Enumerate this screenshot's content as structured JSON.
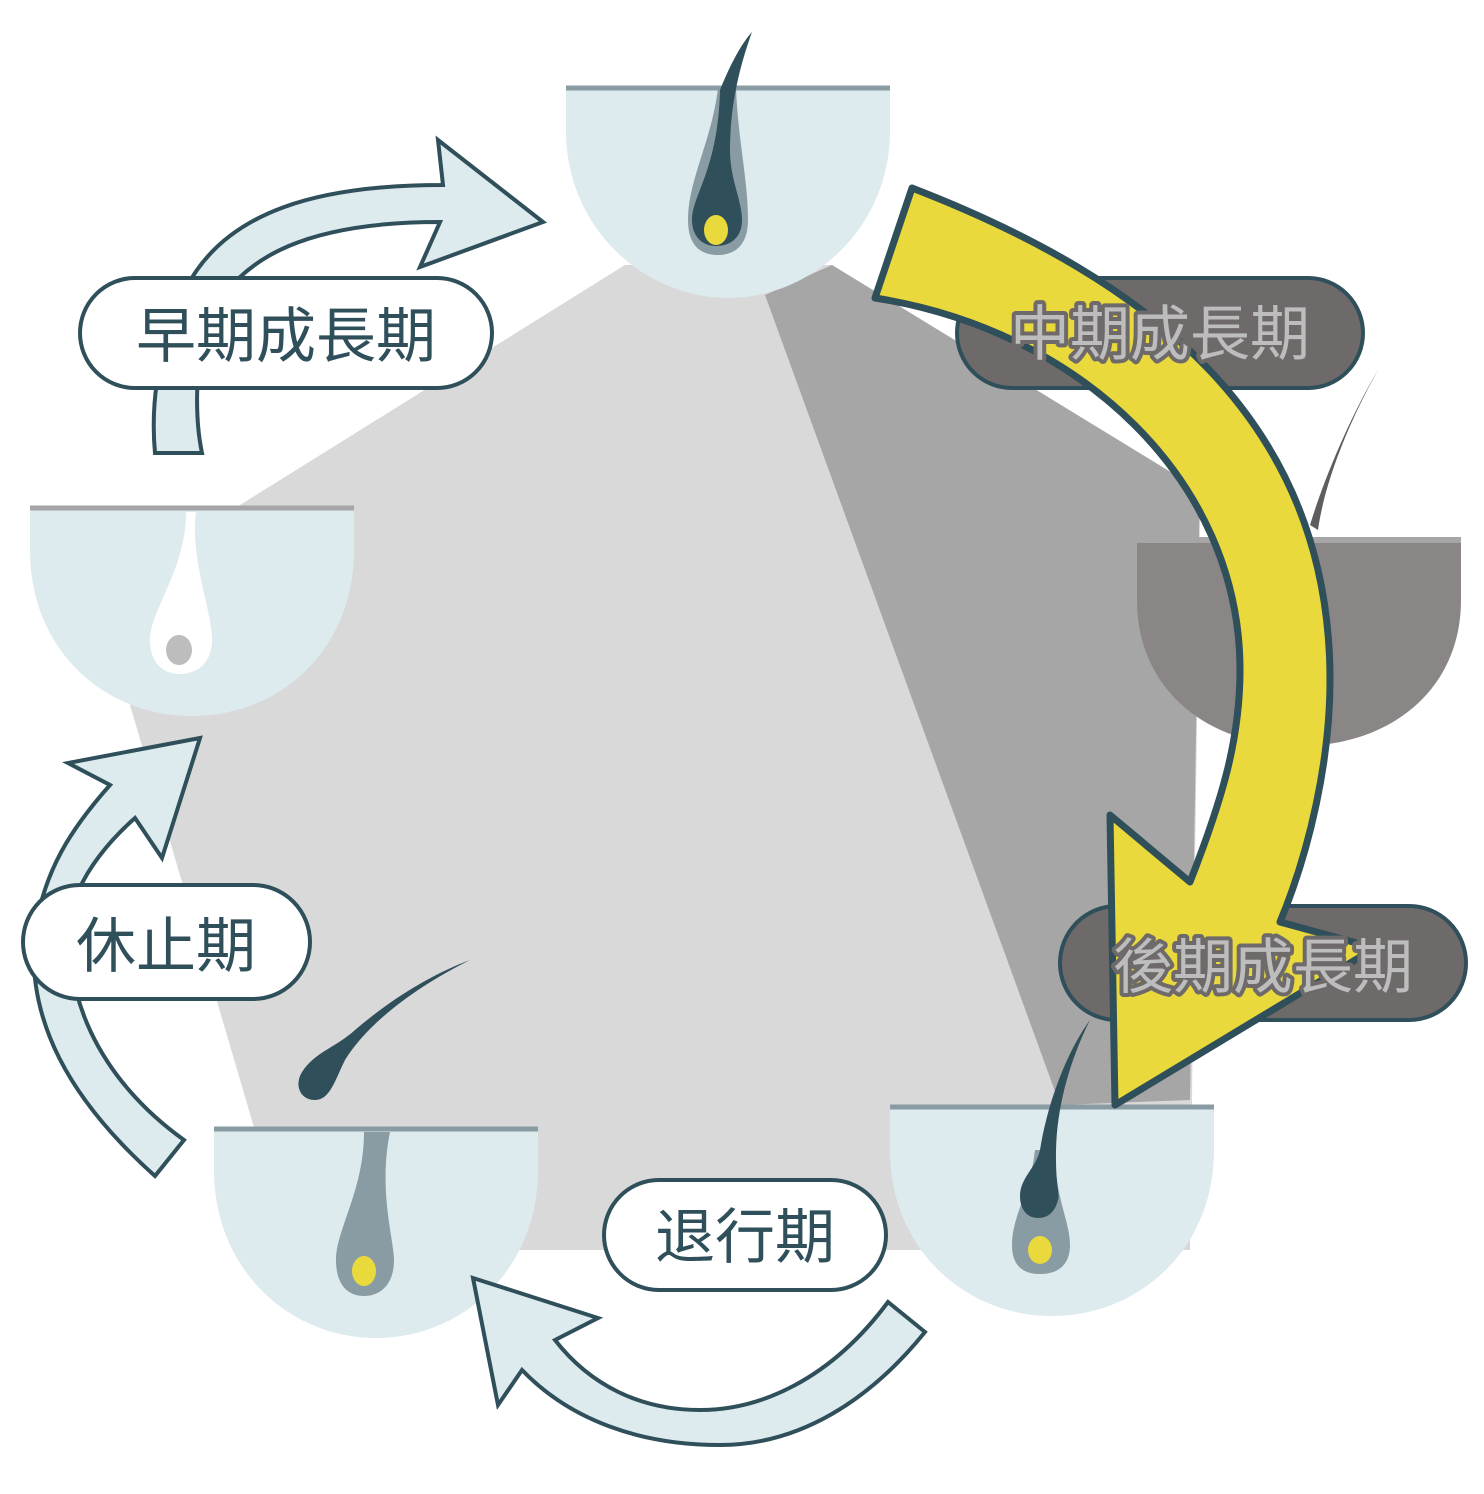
{
  "title_labels": {
    "early_anagen": "早期成長期",
    "mid_anagen": "中期成長期",
    "late_anagen": "後期成長期",
    "catagen": "退行期",
    "telogen": "休止期"
  },
  "colors": {
    "cup": "#ddeaee",
    "cup_line": "#8a9ca3",
    "outline": "#2f4f5a",
    "highlight_arrow": "#e9d93c",
    "background_light": "#d9d9d9",
    "background_dark": "#a6a6a6",
    "dim_label_bg": "#6e6a6a",
    "dim_label_text": "#bdbdbd",
    "dim_cup": "#8a8685"
  }
}
